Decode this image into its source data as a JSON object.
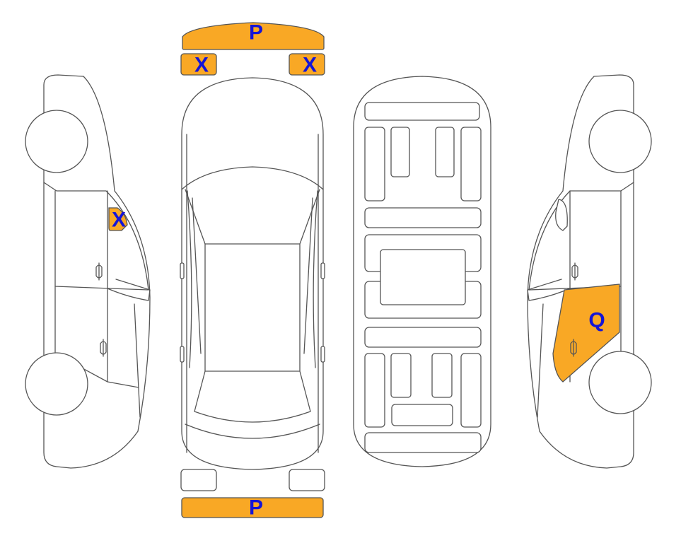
{
  "colors": {
    "damage_fill": "#F9A825",
    "marker_text": "#1515D6",
    "outline": "#555555"
  },
  "markers": {
    "front_bumper": "P",
    "front_left_light": "X",
    "front_right_light": "X",
    "rear_bumper": "P",
    "left_side_window": "X",
    "right_rear_door": "Q"
  }
}
